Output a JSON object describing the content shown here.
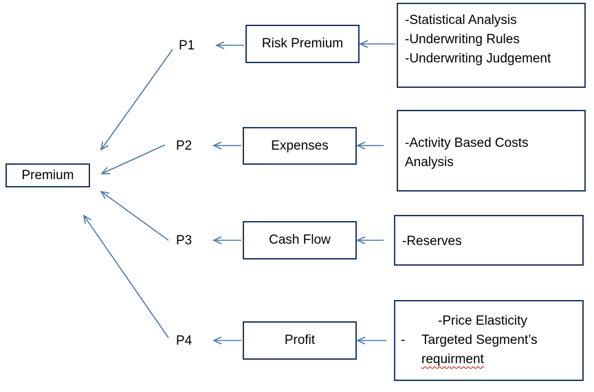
{
  "premium": {
    "label": "Premium"
  },
  "p_labels": [
    "P1",
    "P2",
    "P3",
    "P4"
  ],
  "components": [
    {
      "label": "Risk Premium"
    },
    {
      "label": "Expenses"
    },
    {
      "label": "Cash Flow"
    },
    {
      "label": "Profit"
    }
  ],
  "sources": [
    {
      "lines": [
        "-Statistical Analysis",
        "-Underwriting Rules",
        "-Underwriting Judgement"
      ]
    },
    {
      "lines": [
        "-Activity Based Costs",
        "Analysis"
      ]
    },
    {
      "lines": [
        "-Reserves"
      ]
    },
    {
      "lines": [
        "-Price Elasticity",
        "-",
        "Targeted Segment’s",
        "requirment"
      ]
    }
  ],
  "colors": {
    "arrow": "#4a76a8",
    "box_border": "#1f3a5f",
    "spellcheck_underline": "#d00000"
  }
}
